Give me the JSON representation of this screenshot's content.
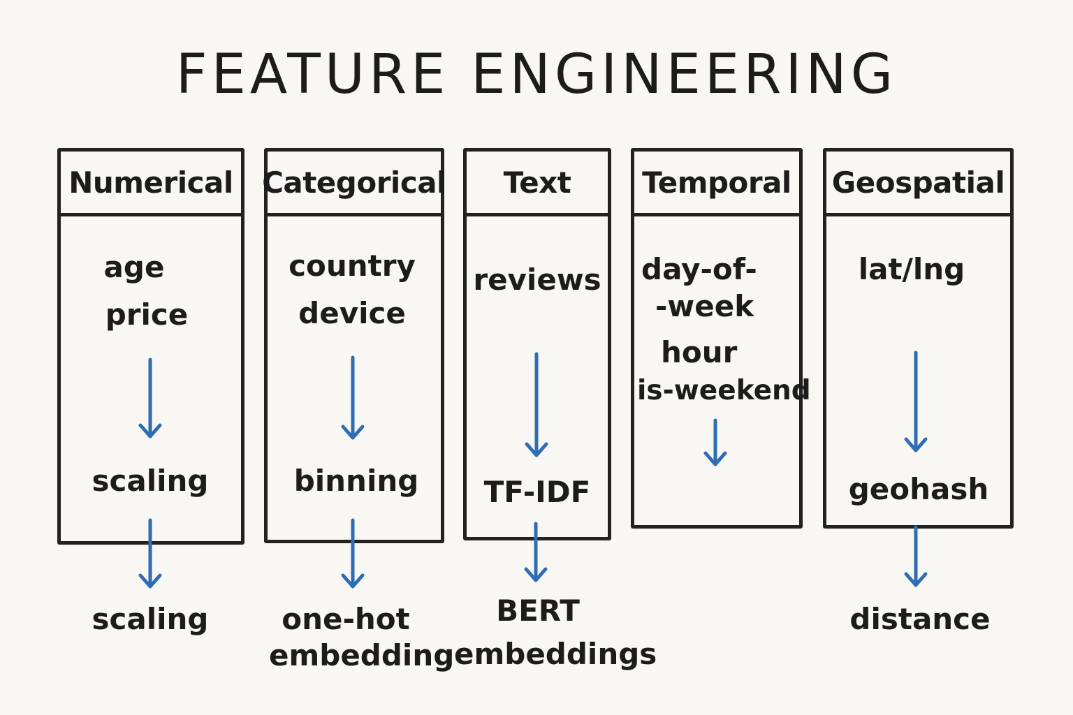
{
  "title": "FEATURE ENGINEERING",
  "arrow_color": "#2f6db3",
  "line_color": "#222222",
  "columns": [
    {
      "header": "Numerical",
      "inputs": [
        "age",
        "price"
      ],
      "inner_output": [
        "scaling"
      ],
      "outer_output": [
        "scaling"
      ]
    },
    {
      "header": "Categorical",
      "inputs": [
        "country",
        "device"
      ],
      "inner_output": [
        "binning"
      ],
      "outer_output": [
        "one-hot",
        "embedding"
      ]
    },
    {
      "header": "Text",
      "inputs": [
        "reviews"
      ],
      "inner_output": [
        "TF-IDF"
      ],
      "outer_output": [
        "BERT",
        "embeddings"
      ]
    },
    {
      "header": "Temporal",
      "inputs": [
        "day-of-",
        "-week",
        "hour",
        "is-weekend"
      ],
      "inner_output": [],
      "outer_output": []
    },
    {
      "header": "Geospatial",
      "inputs": [
        "lat/lng"
      ],
      "inner_output": [
        "geohash"
      ],
      "outer_output": [
        "distance"
      ]
    }
  ]
}
